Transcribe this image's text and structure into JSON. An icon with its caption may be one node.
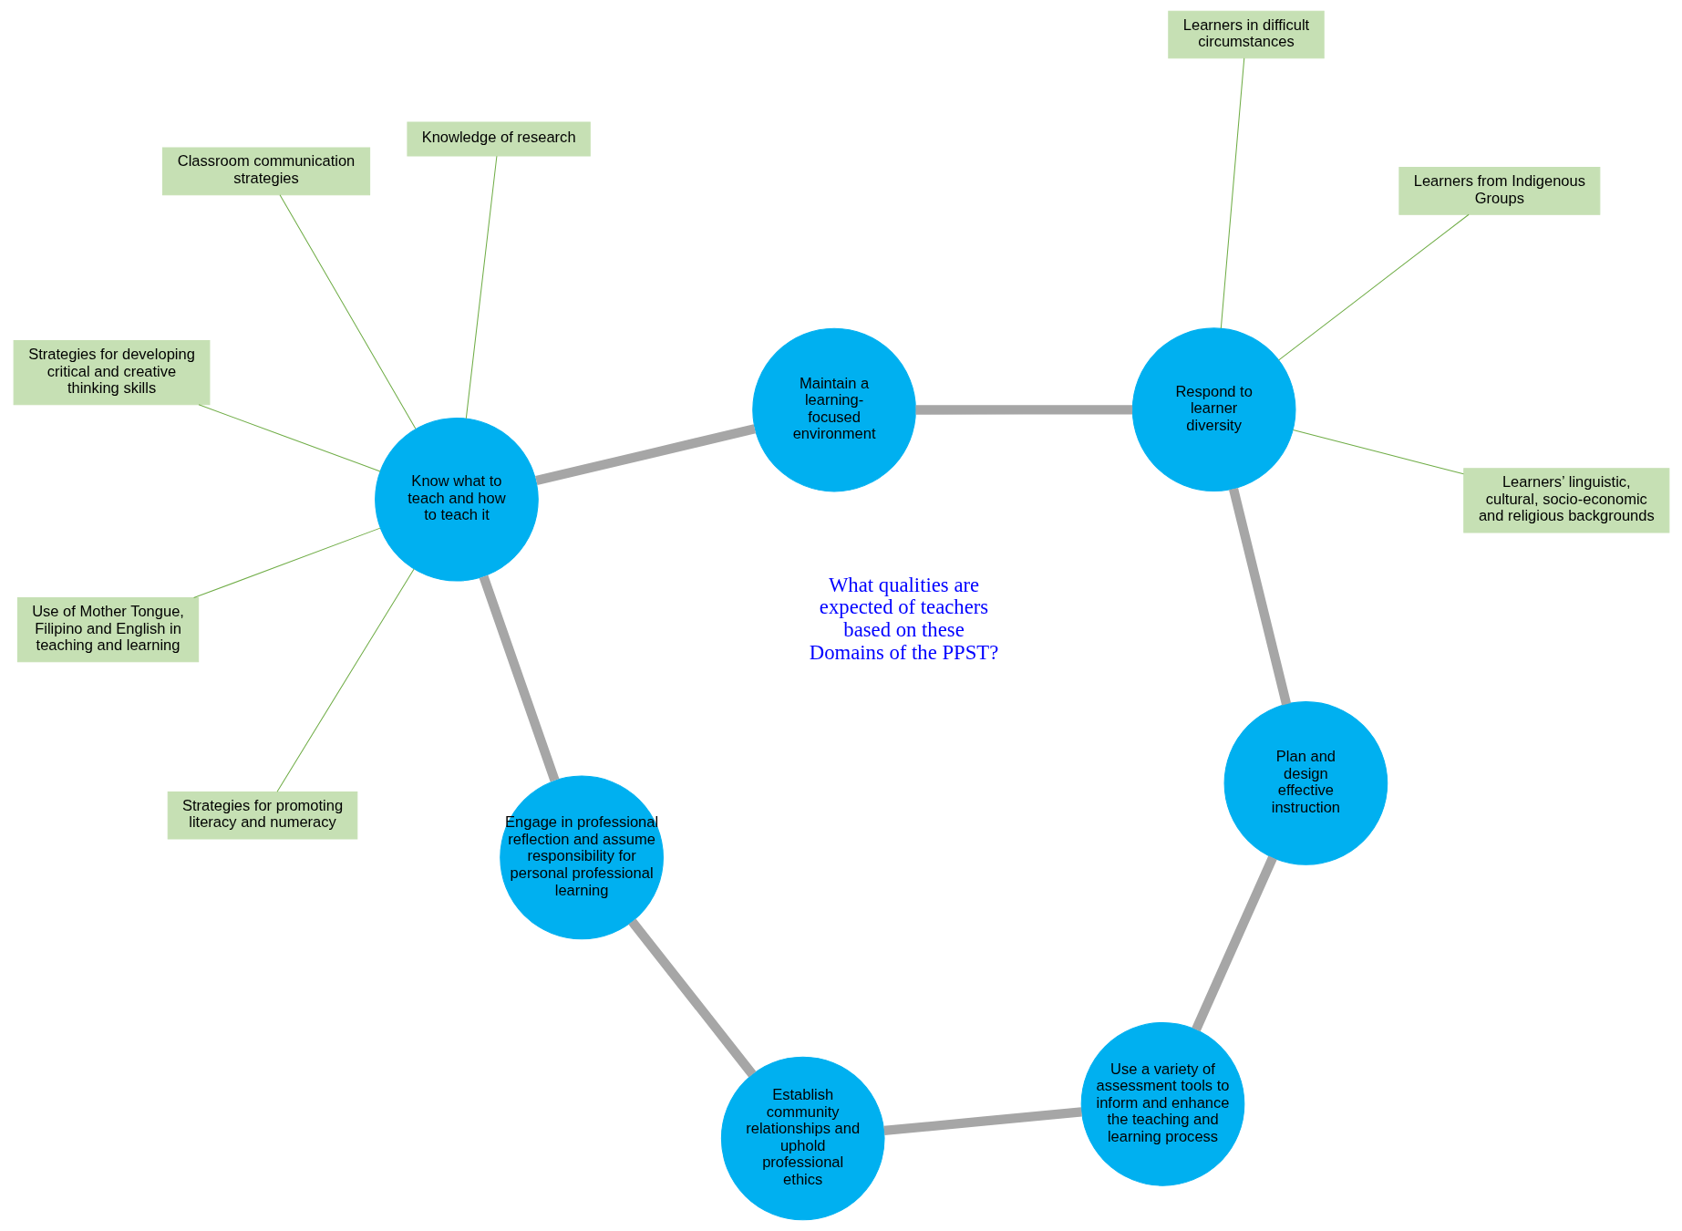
{
  "diagram": {
    "nodes": [
      {
        "text": [
          "Use of Mother Tongue, Filipino and English in teaching and learning"
        ]
      },
      {
        "text": [
          "Knowledge of research"
        ]
      },
      {
        "text": [
          "Strategies for promoting literacy and numeracy"
        ]
      },
      {
        "text": [
          "Strategies for developing critical and creative thinking skills"
        ]
      },
      {
        "text": [
          "Classroom communication strategies"
        ]
      },
      {
        "text": [
          "Know what to teach and how to teach it"
        ]
      },
      {
        "text": [
          "Engage in professional reflection and assume responsibility for personal professional learning"
        ]
      },
      {
        "text": [
          "Maintain a learning-focused environment"
        ]
      },
      {
        "text": [
          "Establish community relationships and uphold professional ethics"
        ]
      },
      {
        "text": [
          "Respond to learner diversity"
        ]
      },
      {
        "text": [
          "Learners’ linguistic, cultural, socio-economic and religious backgrounds"
        ]
      },
      {
        "text": [
          "Learners in difficult circumstances"
        ]
      },
      {
        "text": [
          "Learners from Indigenous Groups"
        ]
      },
      {
        "text": [
          "Use a variety of assessment tools to inform and enhance the teaching and learning process"
        ]
      },
      {
        "text": [
          "Plan and design effective instruction"
        ]
      }
    ],
    "edges": [
      {
        "from": 0,
        "to": 5,
        "arrow": "none"
      },
      {
        "from": 2,
        "to": 5,
        "arrow": "none"
      },
      {
        "from": 1,
        "to": 5,
        "arrow": "none"
      },
      {
        "from": 3,
        "to": 5,
        "arrow": "none"
      },
      {
        "from": 4,
        "to": 5,
        "arrow": "none"
      },
      {
        "from": 9,
        "to": 10,
        "arrow": "none"
      },
      {
        "from": 9,
        "to": 11,
        "arrow": "none"
      },
      {
        "from": 9,
        "to": 12,
        "arrow": "none"
      },
      {
        "from": 5,
        "to": 7,
        "arrow": "none",
        "style": "thick",
        "color": "#a6a6a6"
      },
      {
        "from": 7,
        "to": 9,
        "arrow": "none",
        "style": "thick",
        "color": "#a6a6a6"
      },
      {
        "from": 9,
        "to": 14,
        "arrow": "none",
        "style": "thick",
        "color": "#a6a6a6"
      },
      {
        "from": 14,
        "to": 13,
        "arrow": "none",
        "style": "thick",
        "color": "#a6a6a6"
      },
      {
        "from": 13,
        "to": 8,
        "arrow": "none",
        "style": "thick",
        "color": "#a6a6a6"
      },
      {
        "from": 8,
        "to": 6,
        "arrow": "none",
        "style": "thick",
        "color": "#a6a6a6"
      },
      {
        "from": 6,
        "to": 5,
        "arrow": "none",
        "style": "thick",
        "color": "#a6a6a6"
      }
    ],
    "labels": [
      "What qualities are expected of teachers based on these Domains of the PPST?"
    ]
  }
}
